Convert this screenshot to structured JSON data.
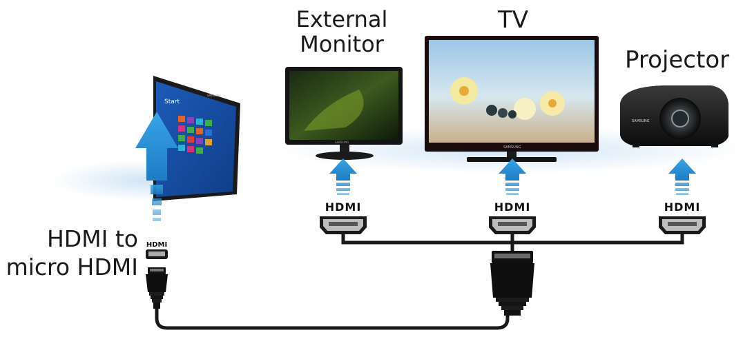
{
  "labels": {
    "external_monitor": [
      "External",
      "Monitor"
    ],
    "tv": "TV",
    "projector": "Projector",
    "adapter": [
      "HDMI to",
      "micro HDMI"
    ]
  },
  "connector_text": {
    "hdmi_logo": "HDMI"
  },
  "device_branding": {
    "tablet_start": "Start",
    "brand": "SAMSUNG"
  },
  "colors": {
    "arrow_blue": "#2a8fd6",
    "cable": "#1a1a1a",
    "glow": "#cfe3f5"
  }
}
